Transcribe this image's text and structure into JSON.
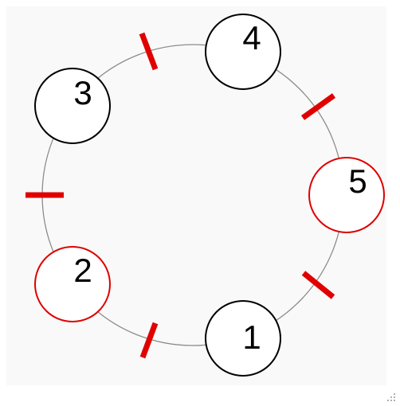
{
  "nodes": [
    {
      "id": "n1",
      "label": "1",
      "state": "normal"
    },
    {
      "id": "n2",
      "label": "2",
      "state": "highlighted"
    },
    {
      "id": "n3",
      "label": "3",
      "state": "normal"
    },
    {
      "id": "n4",
      "label": "4",
      "state": "normal"
    },
    {
      "id": "n5",
      "label": "5",
      "state": "highlighted"
    }
  ],
  "gaps": [
    {
      "between": [
        "n4",
        "n5"
      ]
    },
    {
      "between": [
        "n5",
        "n1"
      ]
    },
    {
      "between": [
        "n1",
        "n2"
      ]
    },
    {
      "between": [
        "n2",
        "n3"
      ]
    },
    {
      "between": [
        "n3",
        "n4"
      ]
    }
  ],
  "colors": {
    "panel_background": "#f9f9f9",
    "ring_line": "#8c8c8c",
    "node_fill": "#ffffff",
    "node_stroke_normal": "#000000",
    "node_stroke_highlighted": "#e00000",
    "gap_marker": "#e00000",
    "label_text": "#000000"
  },
  "icons": {
    "resize_grip": "resize-grip-icon"
  }
}
